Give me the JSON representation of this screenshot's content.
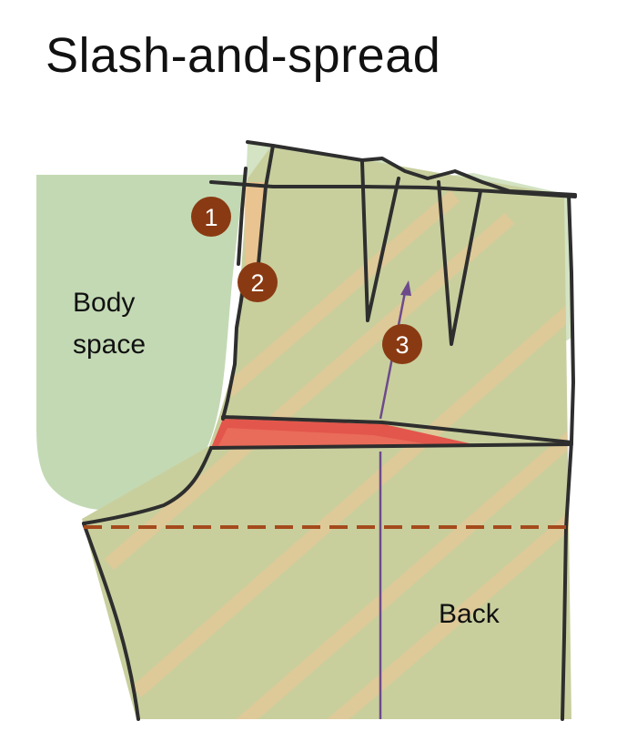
{
  "title": "Slash-and-spread",
  "labels": {
    "body_space_line1": "Body",
    "body_space_line2": "space",
    "back": "Back"
  },
  "markers": [
    "1",
    "2",
    "3"
  ],
  "colors": {
    "background": "#ffffff",
    "body_space_fill": "#c3d9b4",
    "pattern_fill": "#c8cf9d",
    "stripe": "#f1c594",
    "spread_wedge": "#e3564b",
    "marker_fill": "#8a3a12",
    "marker_text": "#ffffff",
    "outline": "#2e2e2e",
    "hip_line": "#a44a1c",
    "grain_line": "#6d4a8c"
  }
}
